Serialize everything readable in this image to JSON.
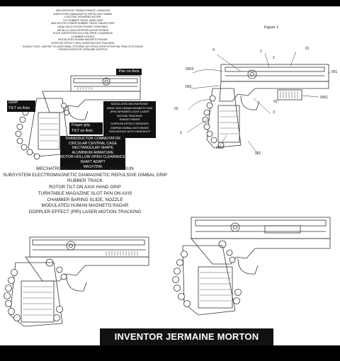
{
  "figure_label": "Figure 1",
  "top_left": {
    "spec_lines": [
      "MECHATRONIC SEMIAUTOMATIC HANDGUN",
      "SUBSYSTEM DIAMAGNETIC REPULSIVE GIMBAL",
      "ELECTRIC POWERED ROTOR",
      "TILT RUBBER TRACK HAND GRIP",
      "AND MOTOR POWER RUBBER TRACK FINGER GRIP",
      "HAND HELD ROTOR POWER TURNTABLE",
      "METALLIC AXIA STEPPER MOTOR POWER",
      "SLIDE SUBSYSTEM HOLLOW OPEN CLEARANCE",
      "CHAMBER NOZZLE",
      "MODULATED HUMAN MAGNETO RADAR",
      "DOPPLER EFFECT (PIR) LASER MOTION TRACKING",
      "SUBJECT NOT LIMITING TO ADDITIONAL SYSTEMS OR STRUCTURE POTENTIAL PRACTICE INSIDE",
      "DESIGN INVENTOR JERMAINE MORTON"
    ],
    "pan_label": "Pan on Axis",
    "grip_label": [
      "GRIP",
      "TILT on Axis"
    ],
    "finger_label": [
      "Finger grip",
      "TILT on Axis"
    ],
    "module_lines": [
      "MODULATED MECHATRONIC",
      "HAND GUN HUMAN MAGNETO RAD",
      "(PIR) INFRARED LIGHT LASER",
      "MOTION TRACKING",
      "RANGE FINDER",
      "DOPPLER EFFECT SENSORS",
      "GIMPEM GIMBAL MOTORIZED",
      "GUN MOZZLE AUTO HEADSHOT"
    ],
    "commutator_lines": [
      "TRANSDUCTOR COMMUTATOR",
      "CIRCULAR CENTRAL CAGE",
      "RECTANGULAR SHAPE",
      "ALUMINIUM ARMATURE",
      "ROTOR HOLLOW OPEN CLEARANCE",
      "SHAFT ADAPT",
      "MAGAZINE"
    ]
  },
  "top_right": {
    "ref_numbers": [
      "01",
      "1",
      "2",
      "001",
      "0003",
      "003",
      "02",
      "3",
      "0001",
      "0002",
      "002",
      "3",
      "03",
      "4"
    ]
  },
  "bottom_left": {
    "spec_lines": [
      "MECHATRONIC SEMIAUTOMATIC HAND GUN",
      "SUBSYSTEM  ELECTROMAGNETIC DIAMAGNETIC REPULSIVE GIMBAL GRIP",
      "RUBBER TRACK",
      "ROTOR TILT ON AXIX HAND GRIP",
      "TURNTABLE MAGAZINE SLOT PAN ON AXIS",
      "CHAMBER BARING SLIDE, NOZZLE",
      "MODULATED HUMAN MAGNETO RADAR",
      "DOPPLER EFFECT (PIR) LASER MOTION TRACKING"
    ]
  },
  "banner": "INVENTOR JERMAINE MORTON"
}
